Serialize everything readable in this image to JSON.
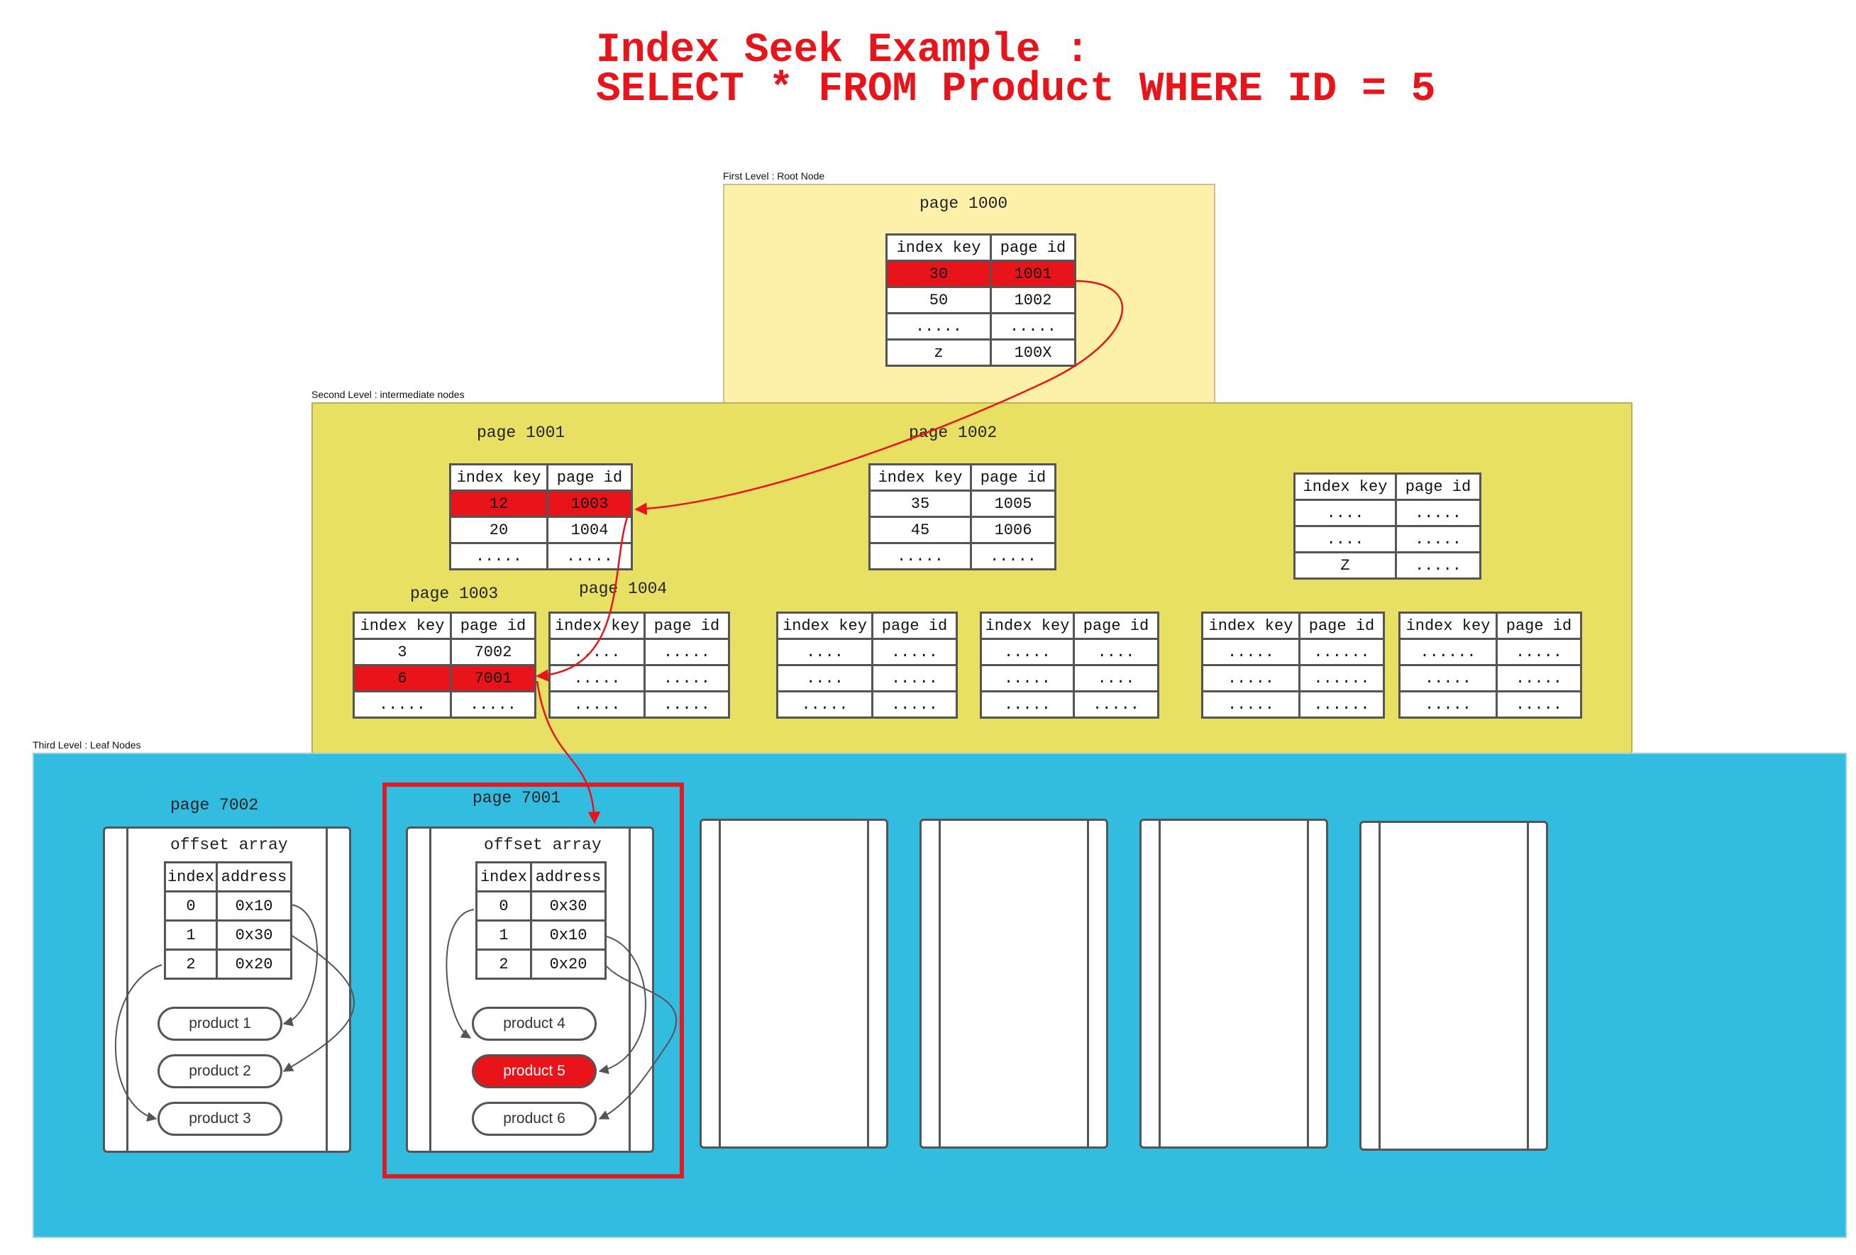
{
  "title": {
    "line1": "Index Seek Example :",
    "line2": "SELECT * FROM Product WHERE ID = 5"
  },
  "colors": {
    "highlight": "#e8141a",
    "root_level_bg": "#fdf0a8",
    "intermediate_level_bg": "#e8e062",
    "leaf_level_bg": "#31bce0",
    "selected_page_border": "#e21b22"
  },
  "levels": {
    "root": {
      "label": "First Level : Root Node"
    },
    "intermediate": {
      "label": "Second Level : intermediate nodes"
    },
    "leaf": {
      "label": "Third Level : Leaf Nodes"
    }
  },
  "headers": {
    "index_key": "index key",
    "page_id": "page id",
    "index": "index",
    "address": "address"
  },
  "root_page": {
    "label": "page 1000",
    "rows": [
      [
        "30",
        "1001"
      ],
      [
        "50",
        "1002"
      ],
      [
        ".....",
        "....."
      ],
      [
        "z",
        "100X"
      ]
    ]
  },
  "page_1001": {
    "label": "page 1001",
    "rows": [
      [
        "12",
        "1003"
      ],
      [
        "20",
        "1004"
      ],
      [
        ".....",
        "....."
      ]
    ]
  },
  "page_1002": {
    "label": "page 1002",
    "rows": [
      [
        "35",
        "1005"
      ],
      [
        "45",
        "1006"
      ],
      [
        ".....",
        "....."
      ]
    ]
  },
  "page_z": {
    "rows": [
      [
        "....",
        "....."
      ],
      [
        "....",
        "....."
      ],
      [
        "Z",
        "....."
      ]
    ]
  },
  "page_1003": {
    "label": "page 1003",
    "rows": [
      [
        "3",
        "7002"
      ],
      [
        "6",
        "7001"
      ],
      [
        ".....",
        "....."
      ]
    ]
  },
  "page_1004": {
    "label": "page 1004",
    "rows": [
      [
        ".....",
        "....."
      ],
      [
        ".....",
        "....."
      ],
      [
        ".....",
        "....."
      ]
    ]
  },
  "page_b3": {
    "rows": [
      [
        "....",
        "....."
      ],
      [
        "....",
        "....."
      ],
      [
        ".....",
        "....."
      ]
    ]
  },
  "page_b4": {
    "rows": [
      [
        ".....",
        "...."
      ],
      [
        ".....",
        "...."
      ],
      [
        ".....",
        "....."
      ]
    ]
  },
  "page_b5": {
    "rows": [
      [
        ".....",
        "......"
      ],
      [
        ".....",
        "......"
      ],
      [
        ".....",
        "......"
      ]
    ]
  },
  "page_b6": {
    "rows": [
      [
        "......",
        "....."
      ],
      [
        ".....",
        "....."
      ],
      [
        ".....",
        "....."
      ]
    ]
  },
  "leaf_7002": {
    "label": "page 7002",
    "offset_label": "offset array",
    "rows": [
      [
        "0",
        "0x10"
      ],
      [
        "1",
        "0x30"
      ],
      [
        "2",
        "0x20"
      ]
    ],
    "products": [
      "product 1",
      "product 2",
      "product 3"
    ]
  },
  "leaf_7001": {
    "label": "page 7001",
    "offset_label": "offset array",
    "rows": [
      [
        "0",
        "0x30"
      ],
      [
        "1",
        "0x10"
      ],
      [
        "2",
        "0x20"
      ]
    ],
    "products": [
      "product 4",
      "product 5",
      "product 6"
    ]
  }
}
